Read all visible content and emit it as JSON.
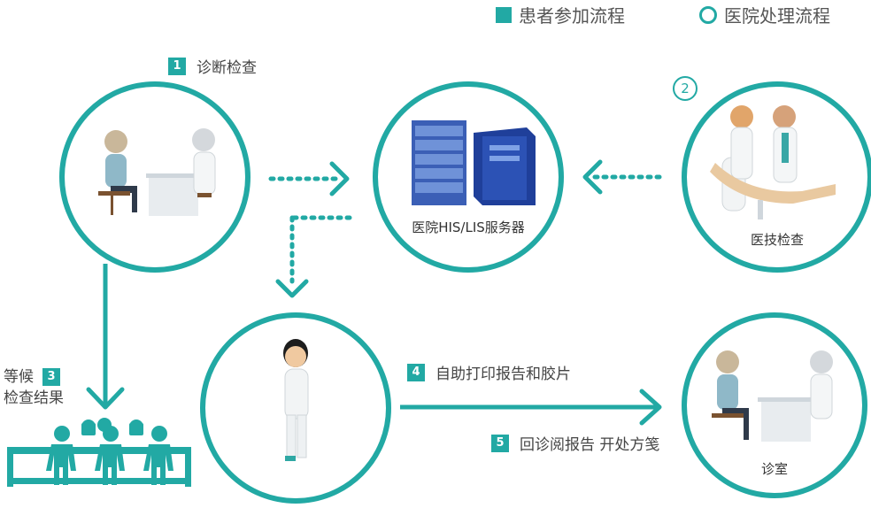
{
  "legend": {
    "patient_flow": "患者参加流程",
    "hospital_flow": "医院处理流程"
  },
  "steps": {
    "s1": {
      "num": "1",
      "label": "诊断检查"
    },
    "s2": {
      "num": "2"
    },
    "s3": {
      "num": "3",
      "label_line1": "等候",
      "label_line2": "检查结果"
    },
    "s4": {
      "num": "4",
      "label": "自助打印报告和胶片"
    },
    "s5": {
      "num": "5",
      "label": "回诊阅报告 开处方笺"
    }
  },
  "nodes": {
    "server": "医院HIS/LIS服务器",
    "tech_exam": "医技检查",
    "clinic": "诊室"
  },
  "colors": {
    "accent": "#22a9a4"
  }
}
